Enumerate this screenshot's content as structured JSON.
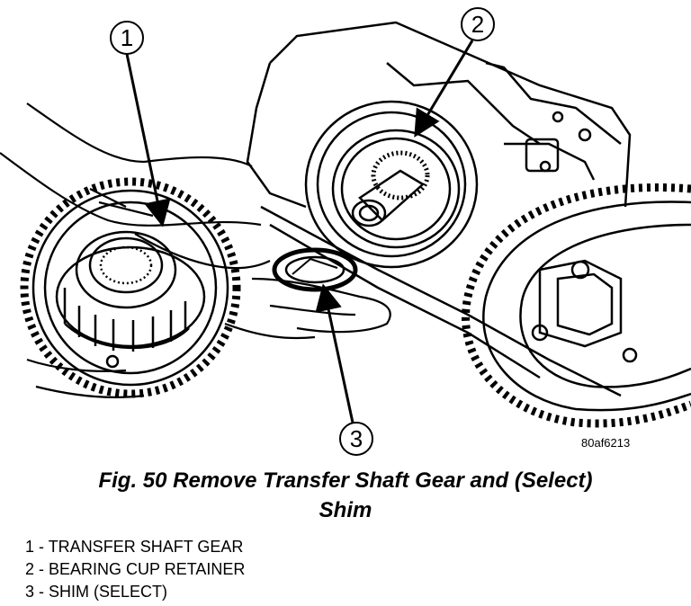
{
  "figure": {
    "code": "80af6213",
    "callouts": [
      "1",
      "2",
      "3"
    ]
  },
  "caption": {
    "line1": "Fig. 50 Remove Transfer Shaft Gear and (Select)",
    "line2": "Shim"
  },
  "legend": [
    {
      "num": "1",
      "sep": " - ",
      "text": "TRANSFER SHAFT GEAR"
    },
    {
      "num": "2",
      "sep": " - ",
      "text": "BEARING CUP RETAINER"
    },
    {
      "num": "3",
      "sep": " - ",
      "text": "SHIM (SELECT)"
    }
  ]
}
